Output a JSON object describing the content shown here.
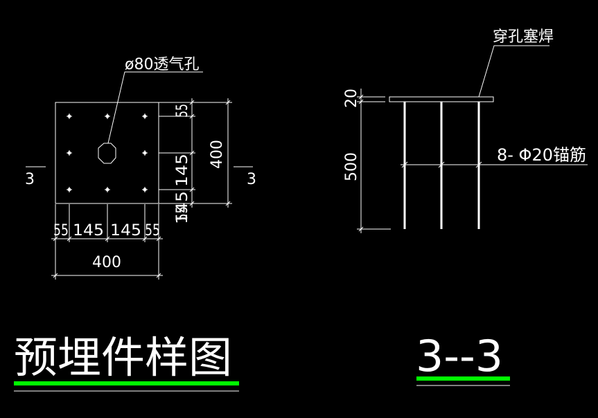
{
  "plan_view": {
    "vent_hole_label": "ø80透气孔",
    "section_mark_left": "3",
    "section_mark_right": "3",
    "dim_bottom_segments": [
      "55",
      "145",
      "145",
      "55"
    ],
    "dim_bottom_total": "400",
    "dim_left_segments": [
      "55",
      "145",
      "145",
      "55"
    ],
    "dim_right_total": "400"
  },
  "section_view": {
    "weld_label": "穿孔塞焊",
    "anchor_label": "8- Φ20锚筋",
    "dim_plate_thickness": "20",
    "dim_anchor_length": "500"
  },
  "titles": {
    "main_title": "预埋件样图",
    "section_title": "3--3"
  },
  "colors": {
    "background": "#000000",
    "lines": "#ffffff",
    "title_underline": "#00ff00"
  }
}
